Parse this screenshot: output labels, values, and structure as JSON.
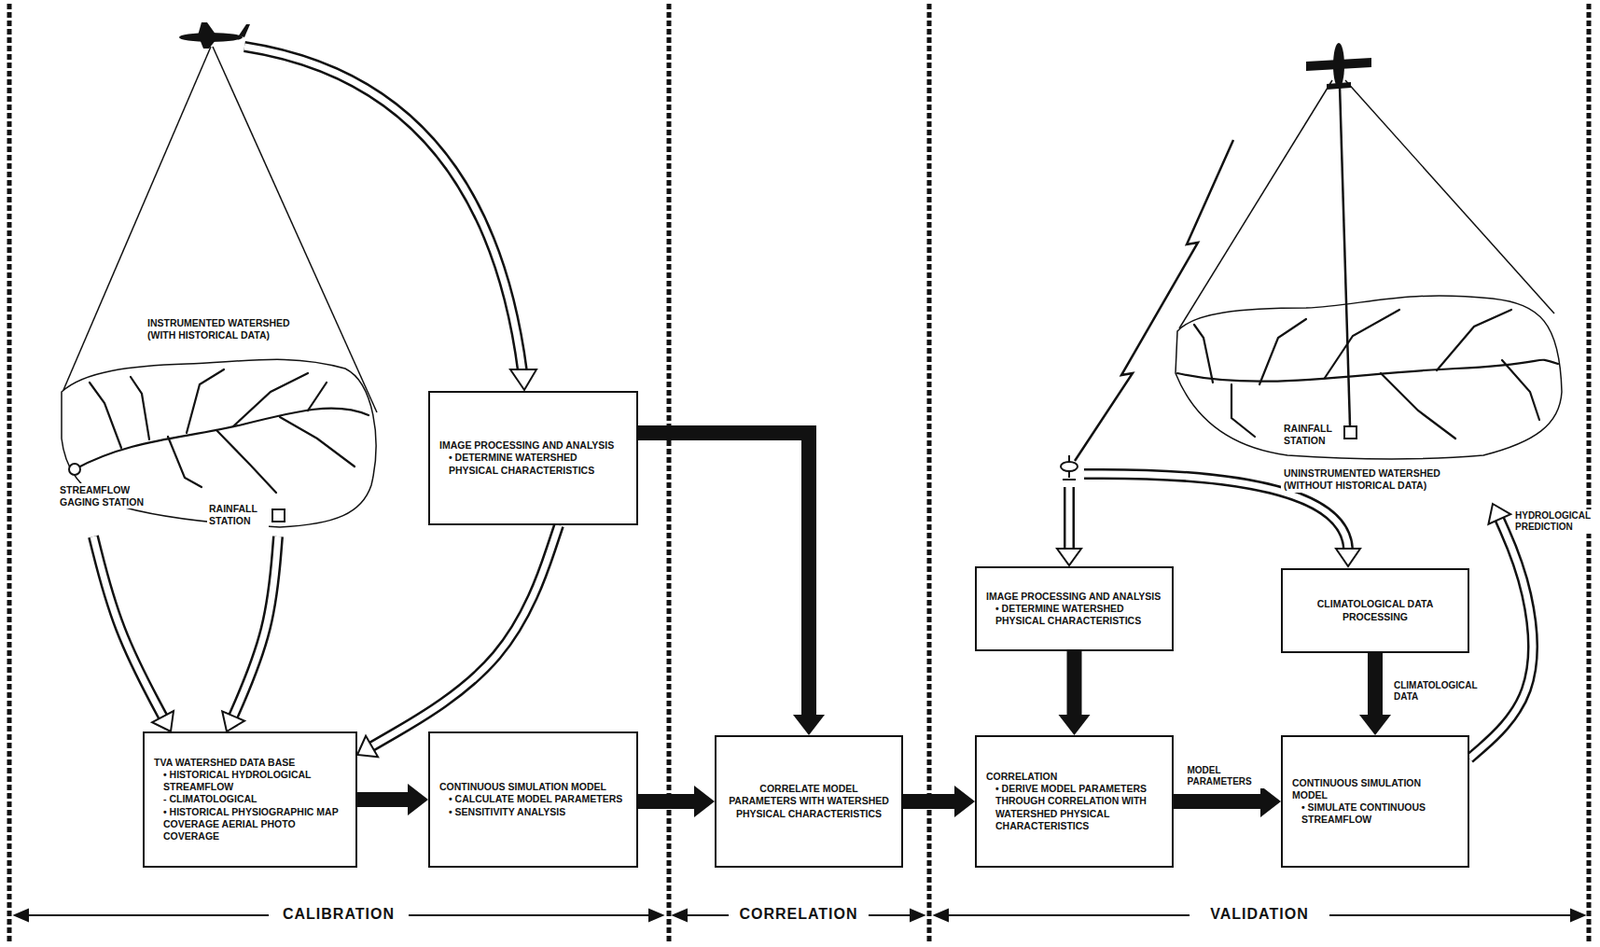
{
  "diagram": {
    "nodes": [
      {
        "text": [
          "INSTRUMENTED WATERSHED (WITH HISTORICAL DATA)"
        ]
      },
      {
        "text": [
          "IMAGE PROCESSING AND ANALYSIS",
          "• DETERMINE WATERSHED PHYSICAL CHARACTERISTICS"
        ]
      },
      {
        "text": [
          "TVA WATERSHED DATA BASE",
          "• HISTORICAL HYDROLOGICAL STREAMFLOW",
          "- CLIMATOLOGICAL",
          "• HISTORICAL PHYSIOGRAPHIC MAP COVERAGE AERIAL PHOTO COVERAGE"
        ]
      },
      {
        "text": [
          "CONTINUOUS SIMULATION MODEL",
          "• CALCULATE MODEL PARAMETERS",
          "• SENSITIVITY ANALYSIS"
        ]
      },
      {
        "text": [
          "CORRELATE MODEL PARAMETERS WITH WATERSHED PHYSICAL CHARACTERISTICS"
        ]
      },
      {
        "text": [
          "UNINSTRUMENTED WATERSHED (WITHOUT HISTORICAL DATA)"
        ]
      },
      {
        "text": [
          "IMAGE PROCESSING AND ANALYSIS",
          "• DETERMINE WATERSHED PHYSICAL CHARACTERISTICS"
        ]
      },
      {
        "text": [
          "CLIMATOLOGICAL DATA PROCESSING"
        ]
      },
      {
        "text": [
          "CORRELATION",
          "• DERIVE MODEL PARAMETERS THROUGH CORRELATION WITH WATERSHED PHYSICAL CHARACTERISTICS"
        ]
      },
      {
        "text": [
          "CONTINUOUS SIMULATION MODEL",
          "• SIMULATE CONTINUOUS STREAMFLOW"
        ]
      }
    ],
    "edges": [
      {
        "from": 0,
        "to": 2,
        "arrow": "to"
      },
      {
        "from": 0,
        "to": 2,
        "arrow": "to"
      },
      {
        "from": 1,
        "to": 2,
        "arrow": "to"
      },
      {
        "from": 1,
        "to": 4,
        "arrow": "to"
      },
      {
        "from": 2,
        "to": 3,
        "arrow": "to"
      },
      {
        "from": 3,
        "to": 4,
        "arrow": "to"
      },
      {
        "from": 4,
        "to": 8,
        "arrow": "to"
      },
      {
        "from": 8,
        "to": 9,
        "label": "MODEL PARAMETERS",
        "arrow": "to"
      },
      {
        "from": 6,
        "to": 8,
        "arrow": "to"
      },
      {
        "from": 7,
        "to": 9,
        "label": "CLIMATOLOGICAL DATA",
        "arrow": "to"
      },
      {
        "from": 9,
        "to": 5,
        "label": "HYDROLOGICAL PREDICTION",
        "arrow": "to"
      }
    ],
    "labels": [
      "STREAMFLOW GAGING STATION",
      "RAINFALL STATION",
      "RAINFALL STATION",
      "CALIBRATION",
      "CORRELATION",
      "VALIDATION"
    ]
  }
}
